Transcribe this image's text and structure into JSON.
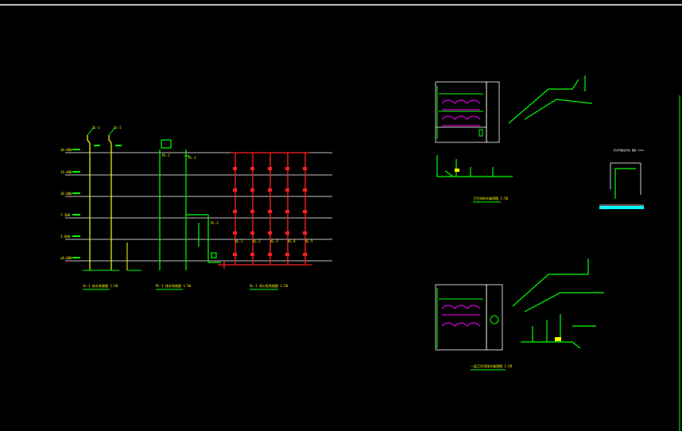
{
  "palette": {
    "background": "#000000",
    "frame": "#ffffff",
    "supply": "#00ff00",
    "riser": "#ffff00",
    "fire": "#ff2020",
    "fixture": "#ff00ff",
    "wall": "#ffffff",
    "note": "#00ffff",
    "base": "#00ffff"
  },
  "titles": {
    "riser_a": "JL-1 给水系统图 1:50",
    "riser_b": "PL-1 排水系统图 1:50",
    "riser_c": "XL-1 消火栓系统图 1:50",
    "axon_upper": "卫生间给水轴测图 1:50",
    "axon_lower": "一层卫生间排水轴测图 1:50",
    "detail_note": "存水弯做法详见 国标 S342"
  },
  "floor_levels": [
    "±0.000",
    "3.600",
    "7.200",
    "10.800",
    "14.400",
    "18.000"
  ],
  "riser_tags": {
    "a": [
      "JL-1",
      "JL-2"
    ],
    "b": [
      "PL-1",
      "PL-2",
      "PL-3"
    ],
    "c": [
      "XL-1",
      "XL-2",
      "XL-3",
      "XL-4",
      "XL-5"
    ]
  }
}
